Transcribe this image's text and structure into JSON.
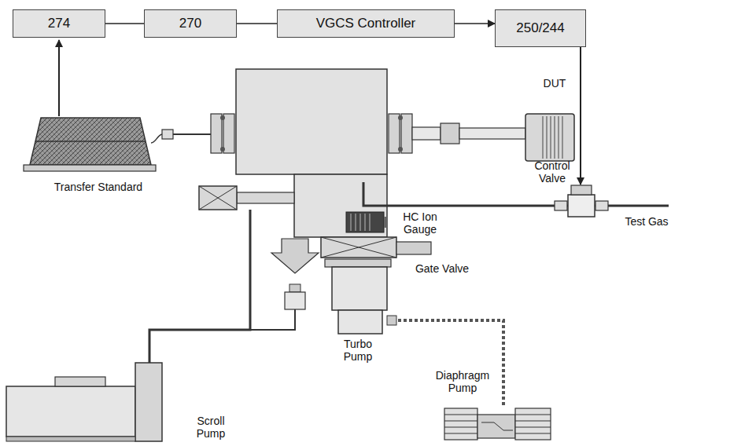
{
  "diagram": {
    "nodes": [
      {
        "text": [
          "274"
        ]
      },
      {
        "text": [
          "270"
        ]
      },
      {
        "text": [
          "VGCS Controller"
        ]
      },
      {
        "text": [
          "250/244"
        ]
      }
    ],
    "edges": [
      {
        "from": 0,
        "to": 1,
        "arrow": "none"
      },
      {
        "from": 1,
        "to": 2,
        "arrow": "none"
      },
      {
        "from": 2,
        "to": 3,
        "arrow": "to"
      }
    ],
    "labels": [
      "Transfer Standard",
      "DUT",
      "Control Valve",
      "HC Ion Gauge",
      "Test Gas",
      "Gate Valve",
      "Turbo Pump",
      "Scroll Pump",
      "Diaphragm Pump"
    ]
  }
}
